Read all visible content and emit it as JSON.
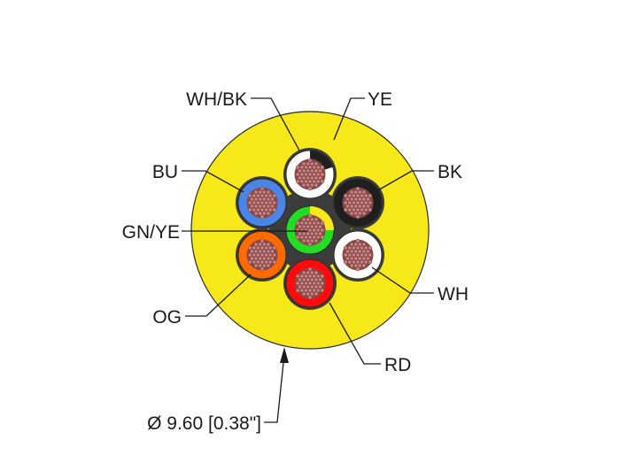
{
  "labels": {
    "wh_bk": "WH/BK",
    "ye": "YE",
    "bu": "BU",
    "bk": "BK",
    "gn_ye": "GN/YE",
    "wh": "WH",
    "og": "OG",
    "rd": "RD",
    "diameter": "Ø 9.60 [0.38\"]"
  },
  "colors": {
    "jacket": "#f7e81a",
    "blue": "#4a86e8",
    "black": "#1f1f1f",
    "white": "#ffffff",
    "green": "#22dd22",
    "orange": "#ff6a00",
    "red": "#ff0a0a",
    "copper": "#c98383",
    "filler": "#3c3c3c"
  }
}
